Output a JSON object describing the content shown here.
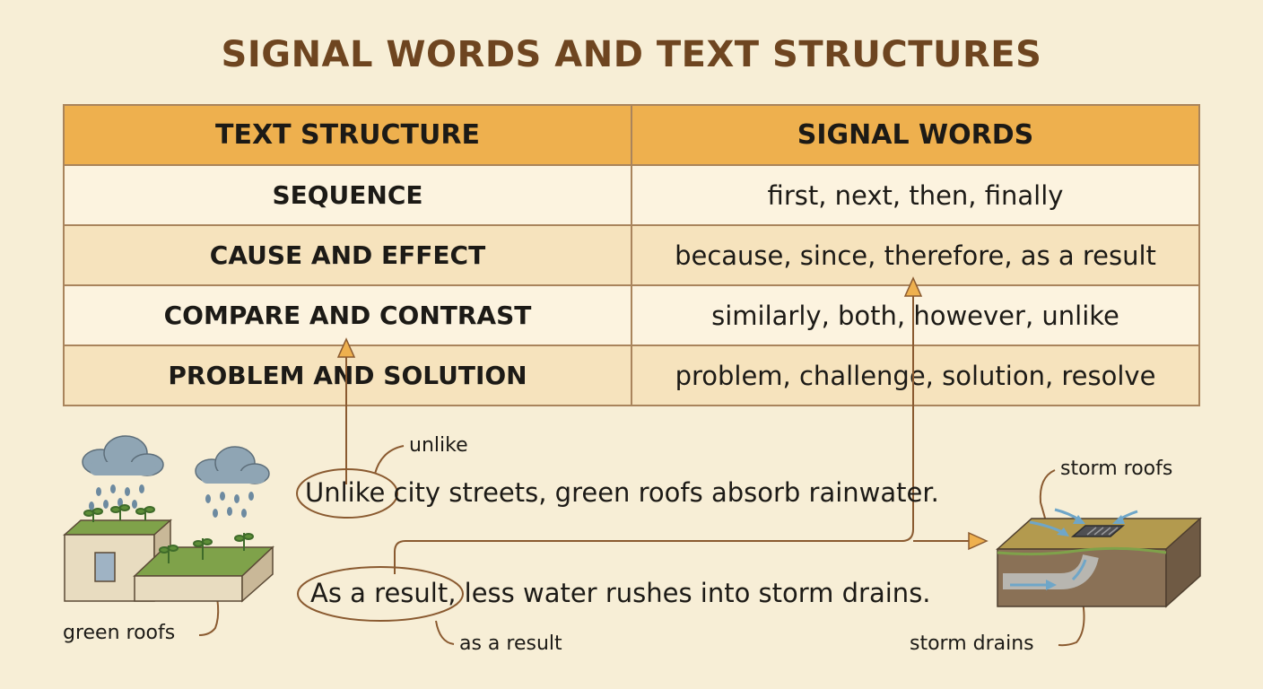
{
  "title": "SIGNAL WORDS AND TEXT STRUCTURES",
  "table": {
    "headers": [
      "TEXT STRUCTURE",
      "SIGNAL WORDS"
    ],
    "rows": [
      {
        "structure": "SEQUENCE",
        "words": "first, next, then, finally"
      },
      {
        "structure": "CAUSE AND EFFECT",
        "words": "because, since, therefore, as a result"
      },
      {
        "structure": "COMPARE AND CONTRAST",
        "words": "similarly, both, however, unlike"
      },
      {
        "structure": "PROBLEM AND SOLUTION",
        "words": "problem, challenge, solution, resolve"
      }
    ]
  },
  "examples": {
    "sentence1": {
      "signal": "Unlike",
      "rest": " city streets, green roofs absorb rainwater."
    },
    "sentence2": {
      "signal": "As a result,",
      "rest": " less water rushes into storm drains."
    }
  },
  "callouts": {
    "unlike": "unlike",
    "as_a_result": "as a result",
    "green_roofs": "green roofs",
    "storm_roofs": "storm roofs",
    "storm_drains": "storm drains"
  },
  "colors": {
    "header_fill": "#eeb04e",
    "row_light": "#fcf3df",
    "row_dark": "#f6e3bd",
    "title": "#6e4520",
    "line": "#8a5a30",
    "arrow_fill": "#eeb04e"
  }
}
